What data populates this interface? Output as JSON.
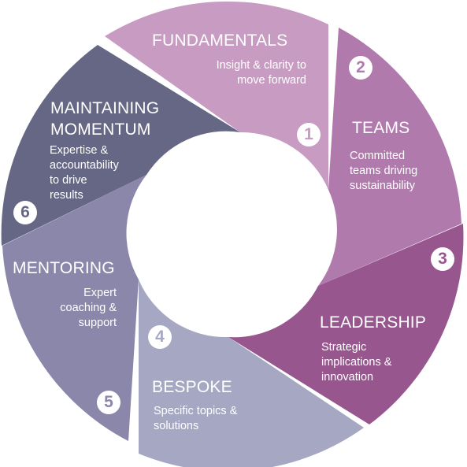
{
  "segments": [
    {
      "number": "1",
      "title": "FUNDAMENTALS",
      "desc": [
        "Insight & clarity to",
        "move forward"
      ],
      "color": "#c89cc2"
    },
    {
      "number": "2",
      "title": "TEAMS",
      "desc": [
        "Committed",
        "teams driving",
        "sustainability"
      ],
      "color": "#b07aad"
    },
    {
      "number": "3",
      "title": "LEADERSHIP",
      "desc": [
        "Strategic",
        "implications &",
        "innovation"
      ],
      "color": "#98568f"
    },
    {
      "number": "4",
      "title": "BESPOKE",
      "desc": [
        "Specific topics &",
        "solutions"
      ],
      "color": "#a6a7c2"
    },
    {
      "number": "5",
      "title": "MENTORING",
      "desc": [
        "Expert",
        "coaching &",
        "support"
      ],
      "color": "#8a87ab"
    },
    {
      "number": "6",
      "title": [
        "MAINTAINING",
        "MOMENTUM"
      ],
      "desc": [
        "Expertise &",
        "accountability",
        "to drive",
        "results"
      ],
      "color": "#666685"
    }
  ]
}
